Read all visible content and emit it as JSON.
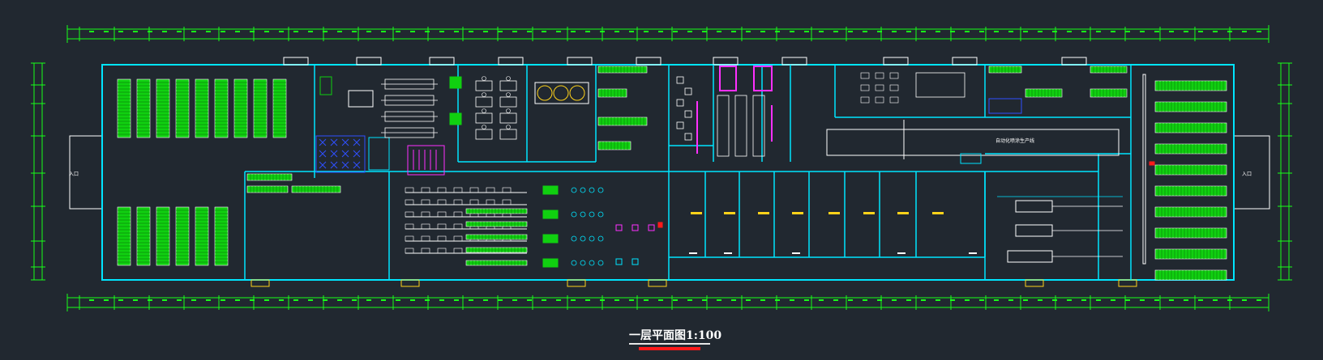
{
  "drawing": {
    "title": "一层平面图1:100",
    "colors": {
      "background": "#212830",
      "wall": "#00e5ff",
      "dimension": "#18ff18",
      "furniture_fill": "#10d010",
      "fixture": "#ffffff",
      "accent_magenta": "#ff30ff",
      "accent_yellow": "#ffd21a",
      "accent_red": "#ff1a1a",
      "accent_blue": "#3050ff"
    },
    "labels": {
      "production_line": "自动化喷涂生产线",
      "entrance_left": "入口",
      "entrance_right": "入口"
    }
  }
}
